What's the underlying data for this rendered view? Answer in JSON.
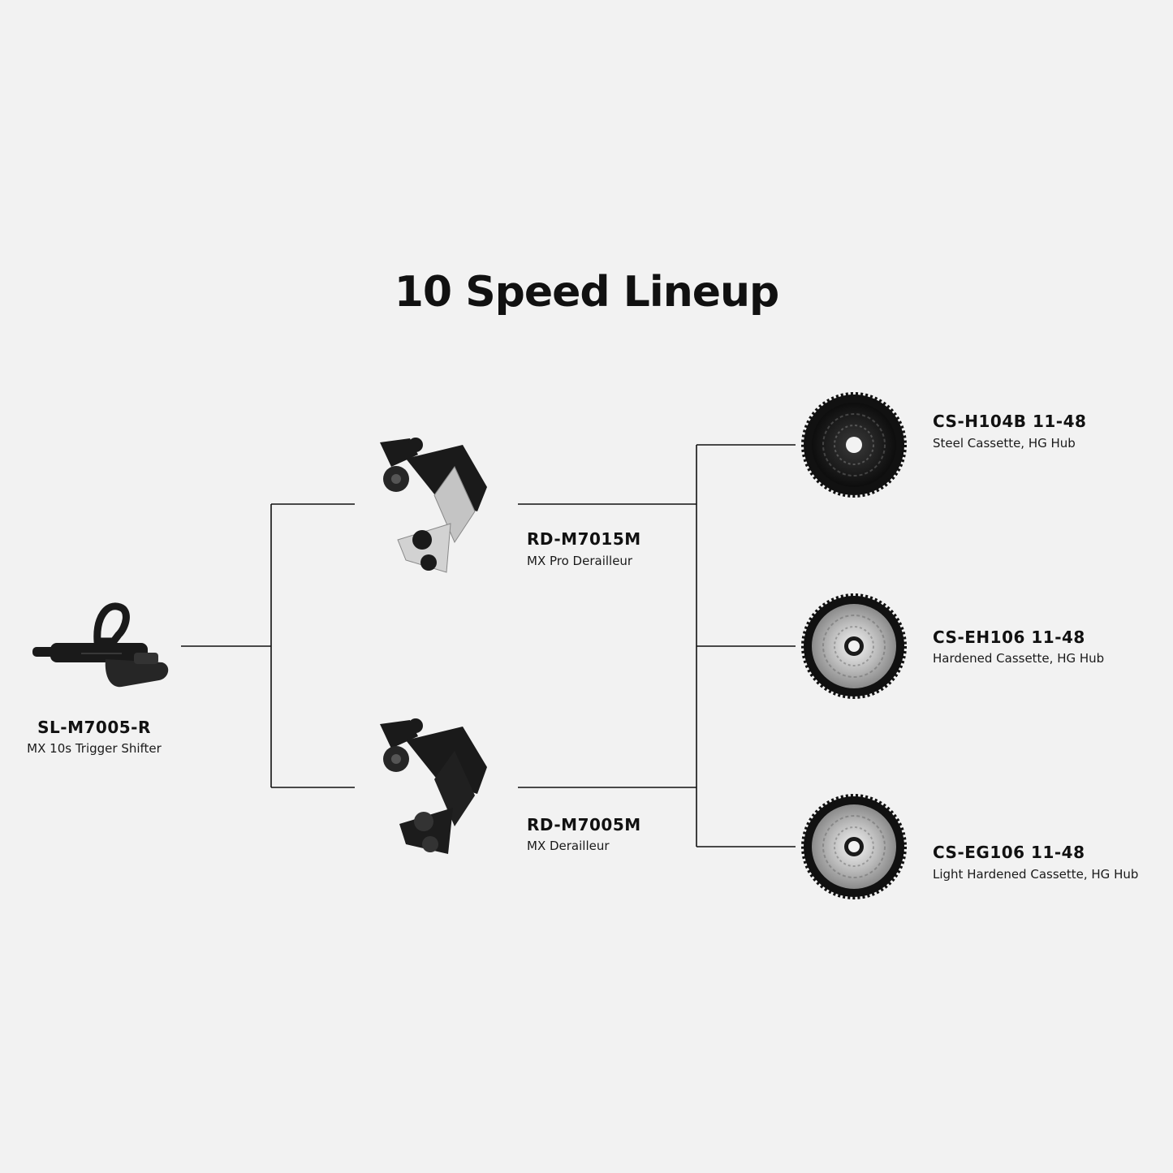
{
  "title": "10 Speed Lineup",
  "colors": {
    "background": "#f2f2f2",
    "line": "#111111",
    "dark_part": "#1a1a1a",
    "silver_part": "#c8c8c8"
  },
  "shifter": {
    "icon": "trigger-shifter-icon",
    "code": "SL-M7005-R",
    "desc": "MX 10s Trigger Shifter"
  },
  "derailleurs": [
    {
      "icon": "silver-derailleur-icon",
      "code": "RD-M7015M",
      "desc": "MX Pro Derailleur"
    },
    {
      "icon": "black-derailleur-icon",
      "code": "RD-M7005M",
      "desc": "MX Derailleur"
    }
  ],
  "cassettes": [
    {
      "icon": "black-cassette-icon",
      "code": "CS-H104B 11-48",
      "desc": "Steel Cassette, HG Hub"
    },
    {
      "icon": "silver-cassette-icon",
      "code": "CS-EH106 11-48",
      "desc": "Hardened Cassette, HG Hub"
    },
    {
      "icon": "silver-cassette-icon",
      "code": "CS-EG106 11-48",
      "desc": "Light Hardened Cassette, HG Hub"
    }
  ]
}
